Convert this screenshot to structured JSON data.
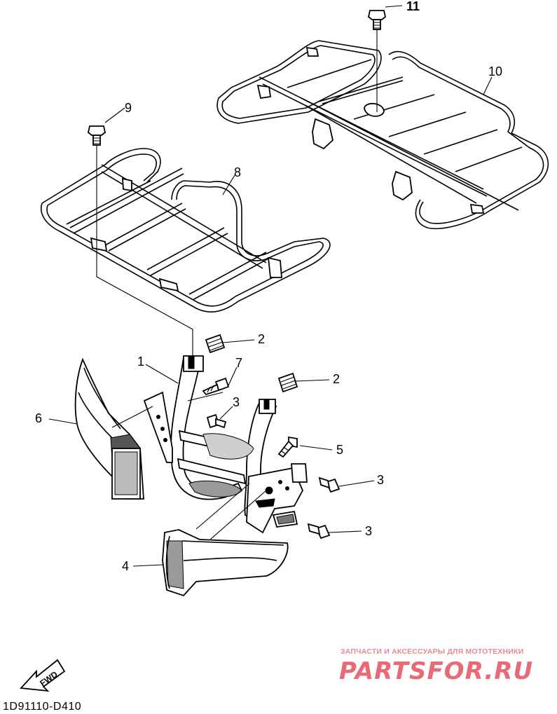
{
  "callouts": [
    {
      "id": "1",
      "label": "1"
    },
    {
      "id": "2a",
      "label": "2"
    },
    {
      "id": "2b",
      "label": "2"
    },
    {
      "id": "3a",
      "label": "3"
    },
    {
      "id": "3b",
      "label": "3"
    },
    {
      "id": "3c",
      "label": "3"
    },
    {
      "id": "4",
      "label": "4"
    },
    {
      "id": "5",
      "label": "5"
    },
    {
      "id": "6",
      "label": "6"
    },
    {
      "id": "7",
      "label": "7"
    },
    {
      "id": "8",
      "label": "8"
    },
    {
      "id": "9",
      "label": "9"
    },
    {
      "id": "10",
      "label": "10"
    },
    {
      "id": "11",
      "label": "11"
    }
  ],
  "direction_marker": {
    "text": "FWD"
  },
  "diagram_code": "1D91110-D410",
  "watermark": {
    "caption": "ЗАПЧАСТИ И АКСЕССУАРЫ ДЛЯ МОТОТЕХНИКИ",
    "logo_text": "PARTSFOR.RU",
    "color": "#e86a76"
  }
}
